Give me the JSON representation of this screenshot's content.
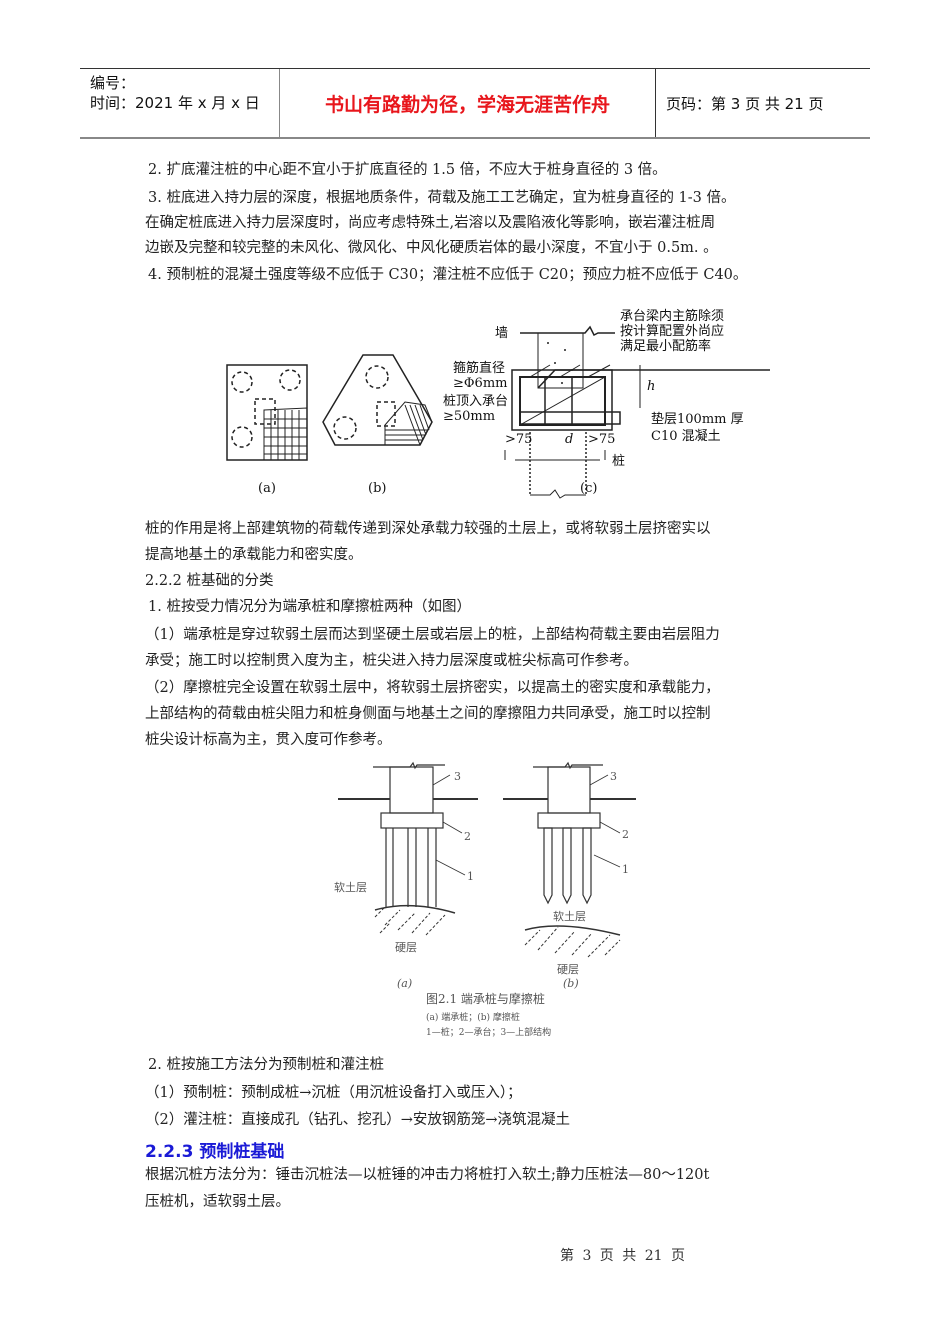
{
  "header": {
    "number_label": "编号：",
    "time_label": "时间：2021 年 x 月 x 日",
    "motto": "书山有路勤为径，学海无涯苦作舟",
    "page_info": "页码：第 3 页  共 21 页"
  },
  "body": {
    "para_2": "2. 扩底灌注桩的中心距不宜小于扩底直径的 1.5 倍，不应大于桩身直径的 3 倍。",
    "para_3_line1": "3. 桩底进入持力层的深度，根据地质条件，荷载及施工工艺确定，宜为桩身直径的 1-3 倍。",
    "para_3_line2": "在确定桩底进入持力层深度时，尚应考虑特殊土,岩溶以及震陷液化等影响，嵌岩灌注桩周",
    "para_3_line3": "边嵌及完整和较完整的未风化、微风化、中风化硬质岩体的最小深度，不宜小于 0.5m. 。",
    "para_4": "4. 预制桩的混凝土强度等级不应低于 C30；灌注桩不应低于 C20；预应力桩不应低于 C40。",
    "figure1": {
      "label_a": "(a)",
      "label_b": "(b)",
      "label_c": "(c)",
      "wall": "墙",
      "note_line1": "承台梁内主筋除须",
      "note_line2": "按计算配置外尚应",
      "note_line3": "满足最小配筋率",
      "stirrup_line1": "箍筋直径",
      "stirrup_line2": "≥Φ6mm",
      "pile_top_line1": "桩顶入承台",
      "pile_top_line2": "≥50mm",
      "cushion_line1": "垫层100mm 厚",
      "cushion_line2": "C10 混凝土",
      "gt75_left": ">75",
      "gt75_right": ">75",
      "d": "d",
      "h": "h",
      "pile": "桩"
    },
    "pile_role_line1": "桩的作用是将上部建筑物的荷载传递到深处承载力较强的土层上，或将软弱土层挤密实以",
    "pile_role_line2": "提高地基土的承载能力和密实度。",
    "section_222": "2.2.2 桩基础的分类",
    "class_1": "1. 桩按受力情况分为端承桩和摩擦桩两种（如图）",
    "end_bearing_line1": "（1）端承桩是穿过软弱土层而达到坚硬土层或岩层上的桩，上部结构荷载主要由岩层阻力",
    "end_bearing_line2": "承受；施工时以控制贯入度为主，桩尖进入持力层深度或桩尖标高可作参考。",
    "friction_line1": "（2）摩擦桩完全设置在软弱土层中，将软弱土层挤密实，以提高土的密实度和承载能力，",
    "friction_line2": "上部结构的荷载由桩尖阻力和桩身侧面与地基土之间的摩擦阻力共同承受，施工时以控制",
    "friction_line3": "桩尖设计标高为主，贯入度可作参考。",
    "figure2": {
      "num_1": "1",
      "num_2": "2",
      "num_3": "3",
      "soft_soil": "软土层",
      "hard_layer": "硬层",
      "label_a": "(a)",
      "label_b": "(b)",
      "caption": "图2.1  端承桩与摩擦桩",
      "sub_caption": "(a) 端承桩；(b) 摩擦桩",
      "legend": "1—桩；2—承台；3—上部结构"
    },
    "class_2": "2. 桩按施工方法分为预制桩和灌注桩",
    "precast": "（1）预制桩：预制成桩→沉桩（用沉桩设备打入或压入）；",
    "cast_in_place": "（2）灌注桩：直接成孔（钻孔、挖孔）→安放钢筋笼→浇筑混凝土",
    "section_223": "2.2.3 预制桩基础",
    "sinking_line1": "根据沉桩方法分为：锤击沉桩法—以桩锤的冲击力将桩打入软土;静力压桩法—80～120t",
    "sinking_line2": "压桩机，适软弱土层。"
  },
  "footer": {
    "page_text": "第 3 页 共 21 页"
  }
}
